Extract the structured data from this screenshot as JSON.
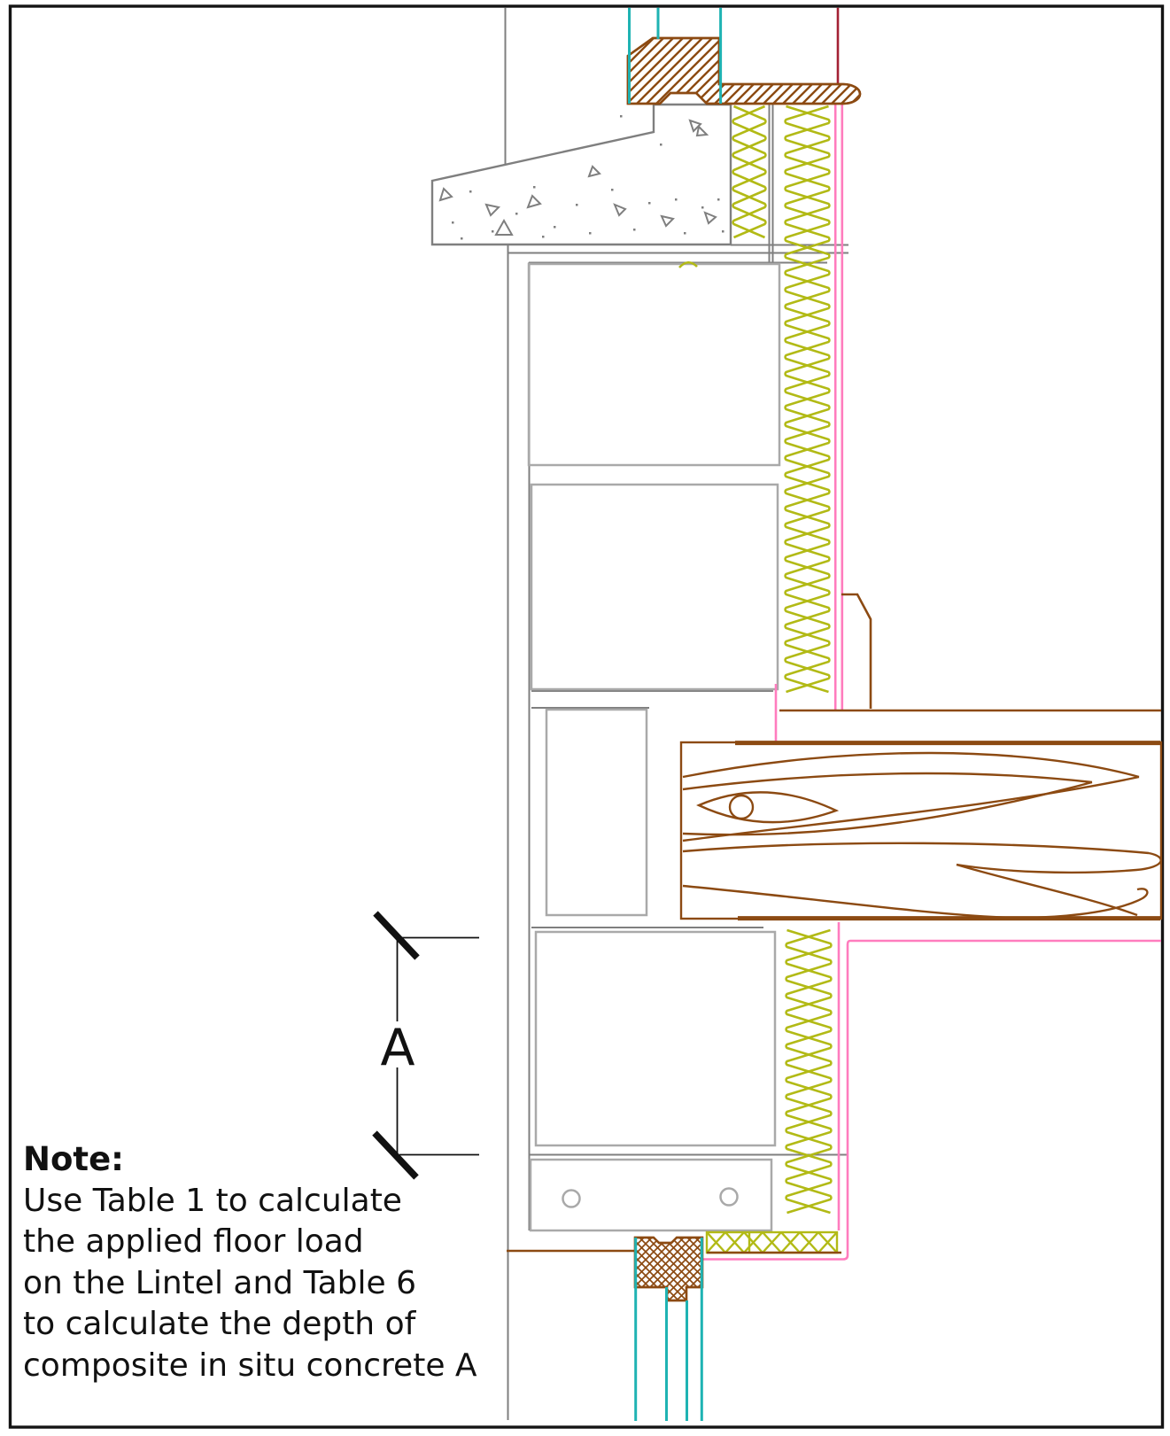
{
  "note": {
    "title": "Note:",
    "lines": [
      "Use Table 1 to calculate",
      "the applied floor load",
      "on the Lintel and Table 6",
      "to calculate the depth of",
      "composite in situ concrete A"
    ]
  },
  "dimension": {
    "label": "A"
  },
  "colors": {
    "ink": "#111111",
    "brown": "#8c4a12",
    "olive": "#b2ba16",
    "pink": "#ff7cbe",
    "cyan": "#1fb3b3",
    "darkred": "#a32134",
    "concrete_gray": "#7f7f7f",
    "block_gray": "#a9a9a9"
  }
}
